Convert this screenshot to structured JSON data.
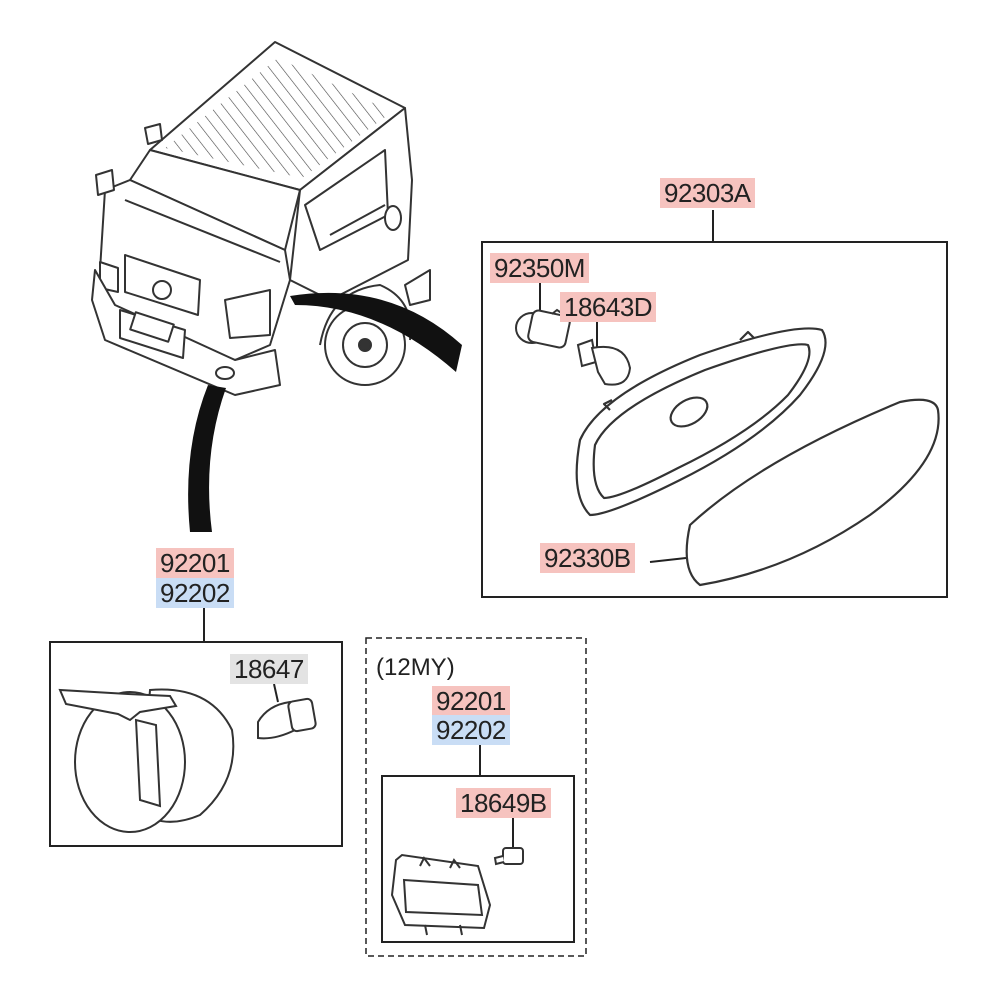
{
  "colors": {
    "label_red": "#f6c3bf",
    "label_blue": "#c9ddf5",
    "label_grey": "#e3e3e3",
    "line": "#222222"
  },
  "callouts": {
    "side_lamp_assembly": "92303A",
    "side_lamp_socket": "92350M",
    "side_lamp_bulb": "18643D",
    "side_lamp_lens": "92330B",
    "fog_lamp_lh": "92201",
    "fog_lamp_rh": "92202",
    "fog_lamp_bulb": "18647",
    "fog_lamp_lh_12my": "92201",
    "fog_lamp_rh_12my": "92202",
    "fog_lamp_bulb_12my": "18649B"
  },
  "variant_note": "(12MY)"
}
